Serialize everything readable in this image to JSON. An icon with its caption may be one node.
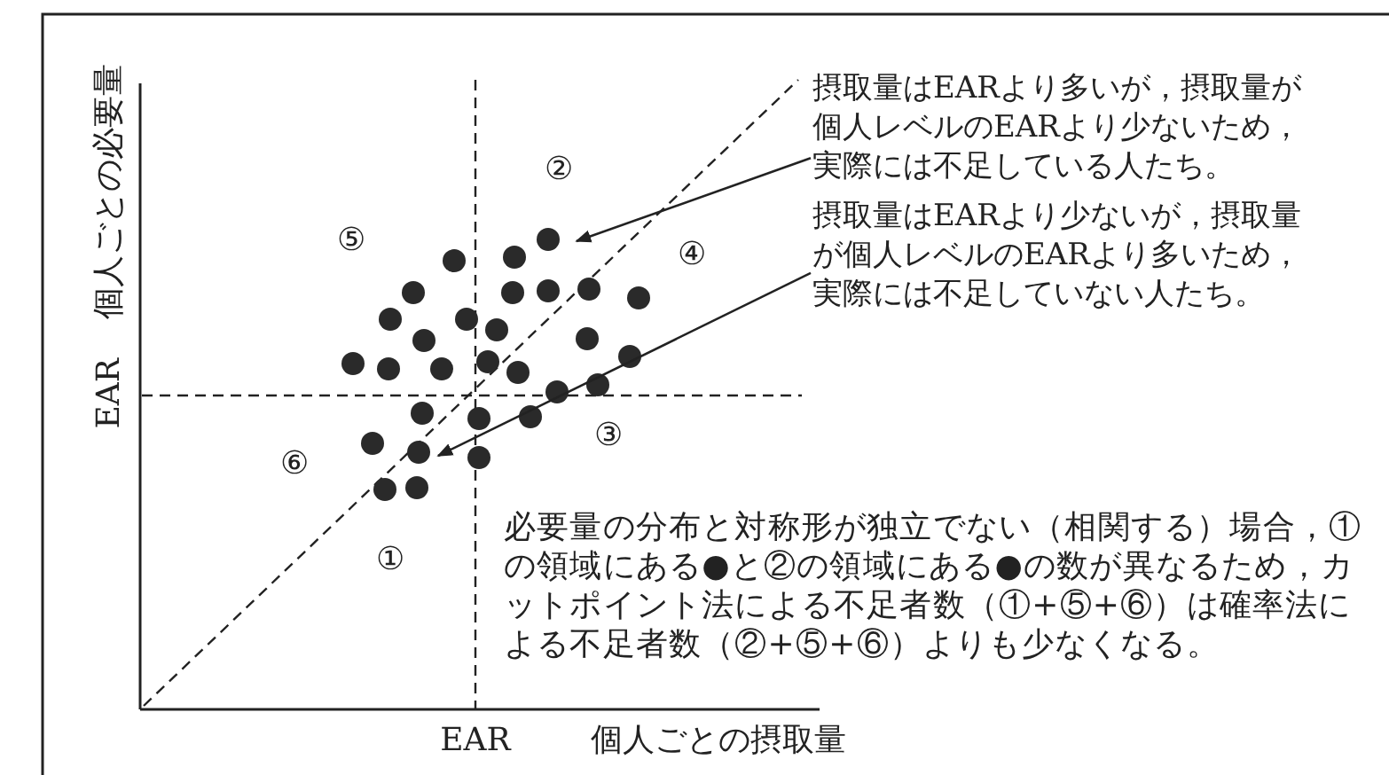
{
  "diagram": {
    "nodes": [
      {
        "text": [
          "摂取量はEARより多いが，摂取量が個人レベルのEARより少ないため，実際には不足している人たち。"
        ]
      },
      {
        "text": [
          "摂取量はEARより少ないが，摂取量が個人レベルのEARより多いため，実際には不足していない人たち。"
        ]
      }
    ],
    "edges": [
      {
        "from": 0,
        "to": null,
        "arrow": "to"
      },
      {
        "from": 1,
        "to": null,
        "arrow": "to"
      }
    ],
    "labels": [
      "②",
      "⑤",
      "④",
      "⑥",
      "③",
      "①",
      "EAR",
      "個人ごとの必要量",
      "EAR",
      "個人ごとの摂取量",
      "必要量の分布と対称形が独立でない（相関する）場合，①の領域にある●と②の領域にある●の数が異なるため，カットポイント法による不足者数（①+⑤+⑥）は確率法による不足者数（②+⑤+⑥）よりも少なくなる。"
    ]
  }
}
